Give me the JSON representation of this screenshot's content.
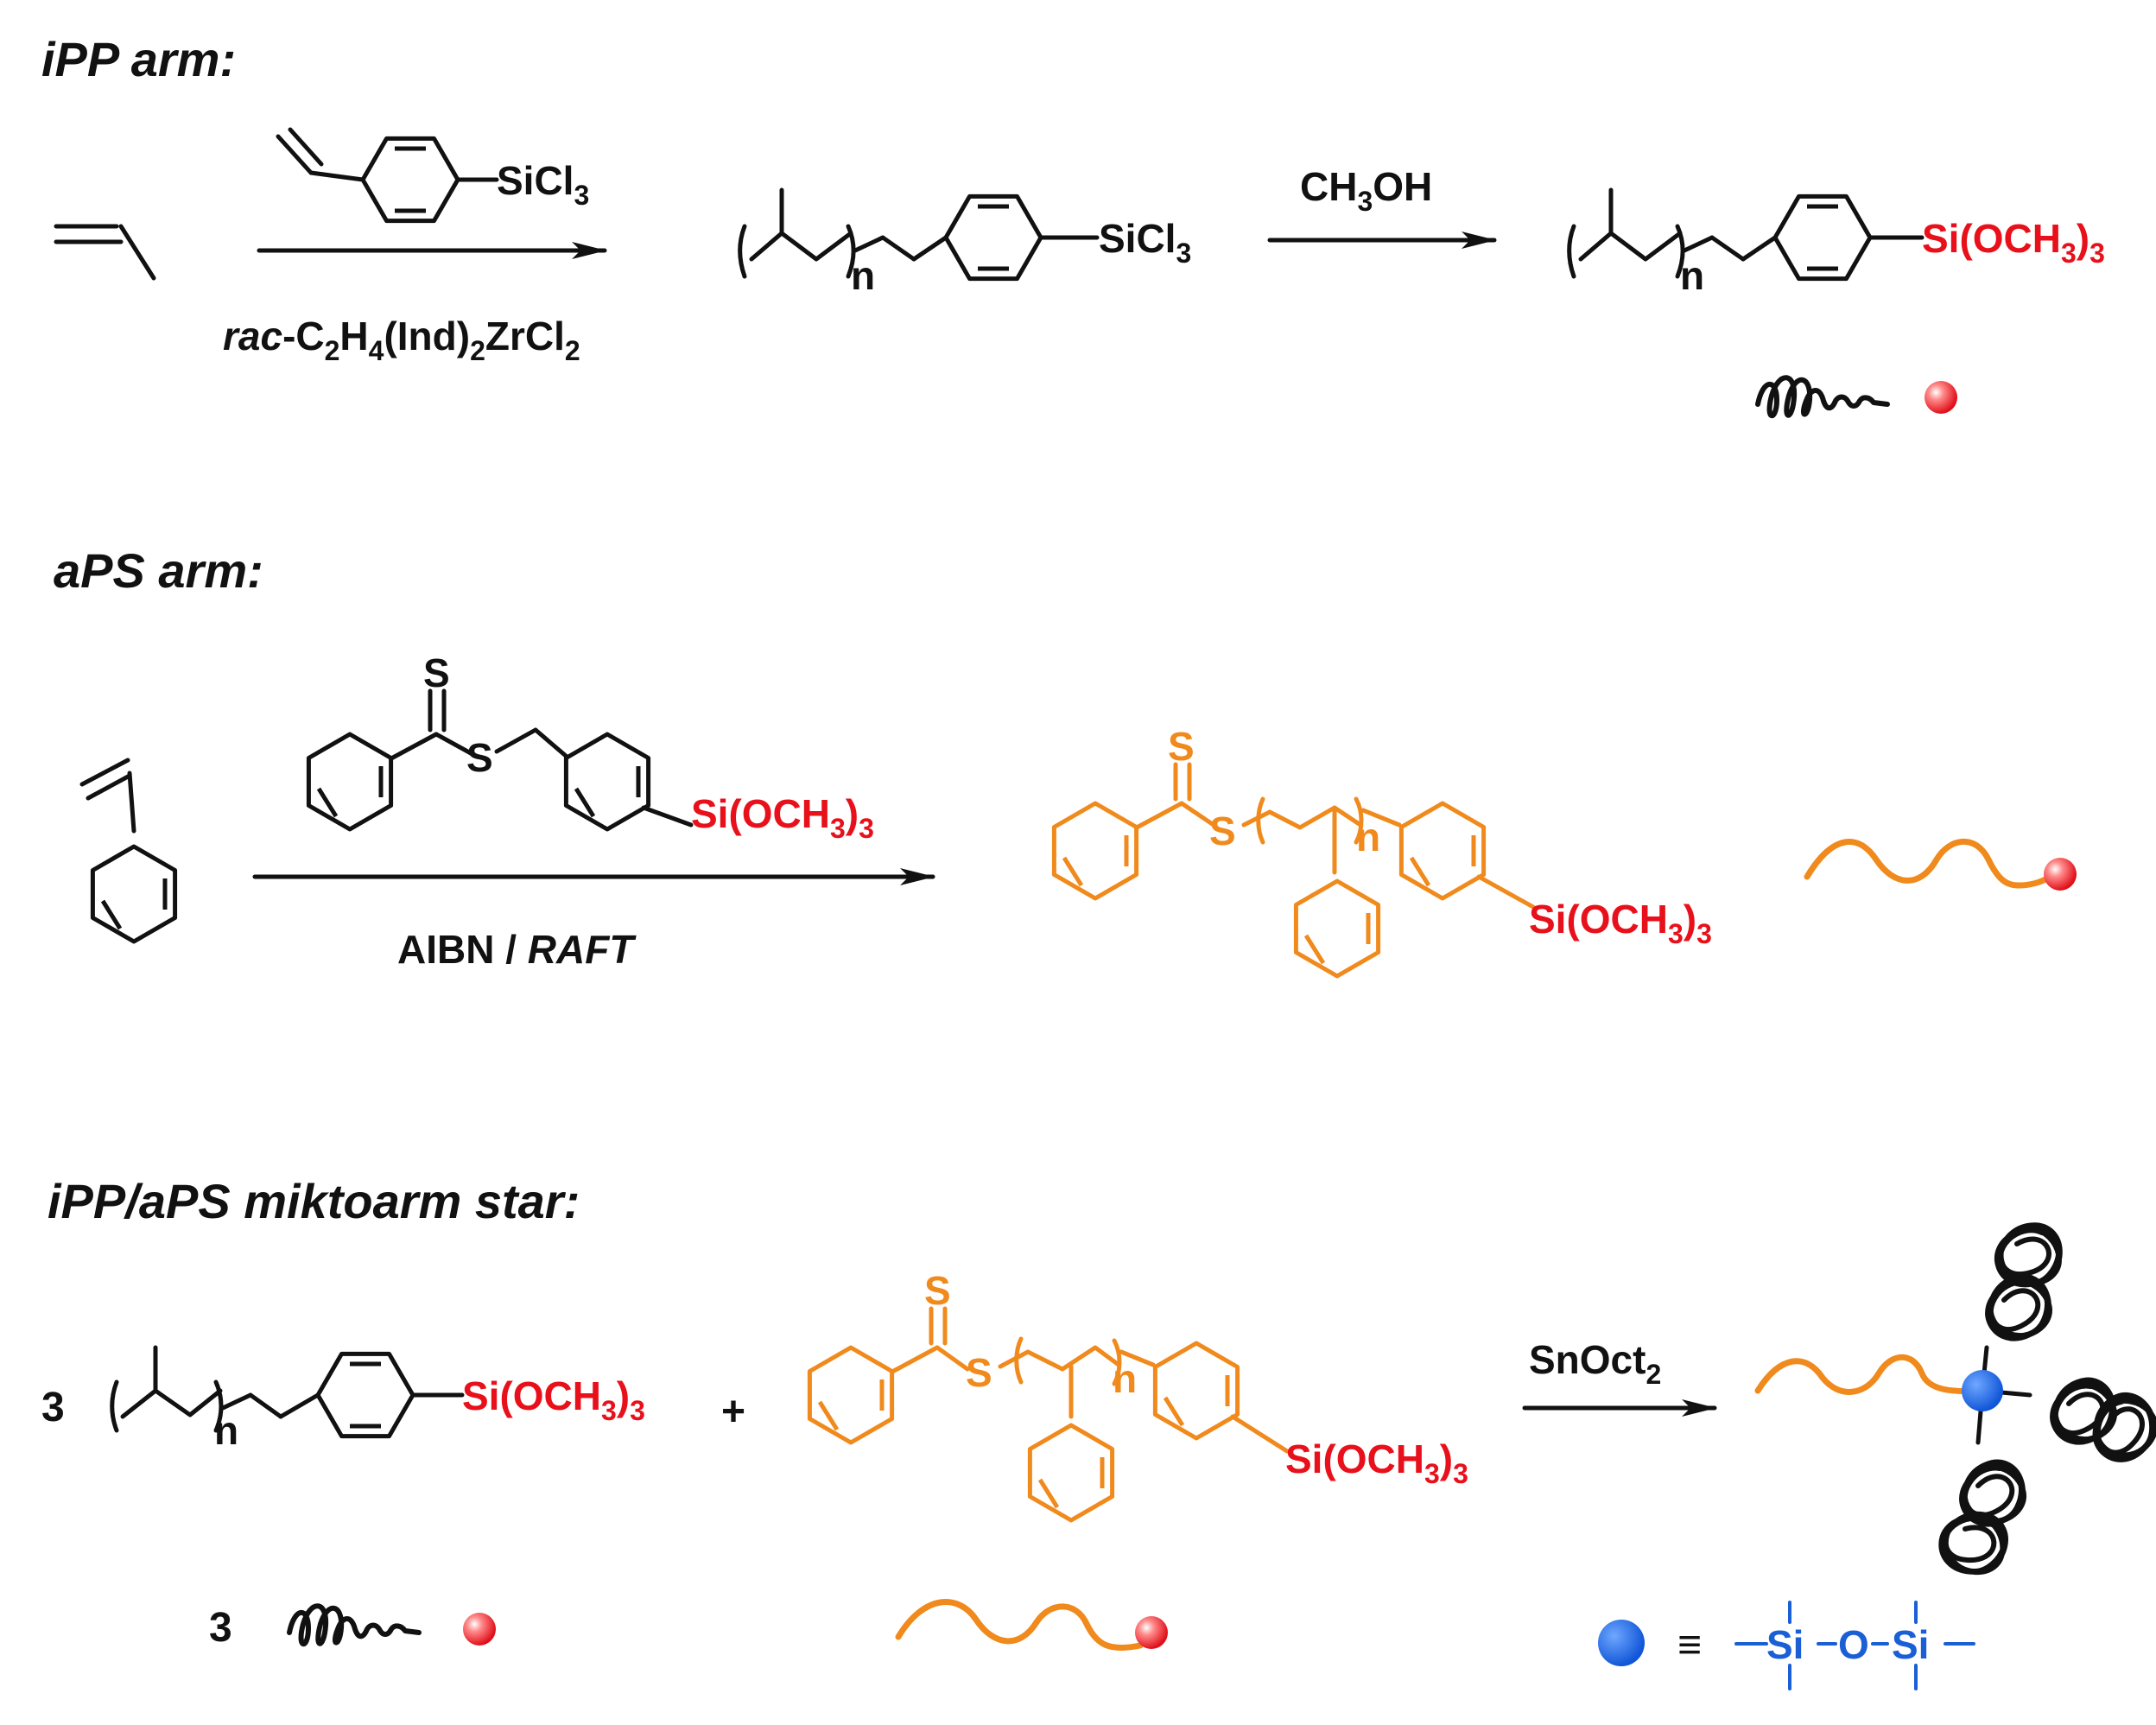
{
  "sections": [
    {
      "heading": "iPP arm:"
    },
    {
      "heading": "aPS arm:"
    },
    {
      "heading": "iPP/aPS miktoarm star:"
    }
  ],
  "ipp": {
    "reagent_above": "SiCl",
    "reagent_above_sub": "3",
    "catalyst_rac": "rac",
    "catalyst_rest": "-C",
    "catalyst_subs": [
      "2",
      "4",
      "2",
      "2"
    ],
    "catalyst_parts": [
      "H",
      "(Ind)",
      "ZrCl"
    ],
    "intermediate_group": "SiCl",
    "intermediate_sub": "3",
    "step2_reagent": "CH",
    "step2_sub": "3",
    "step2_tail": "OH",
    "product_group": "Si(OCH",
    "product_sub": "3",
    "product_close": ")",
    "product_sub2": "3",
    "n": "n"
  },
  "aps": {
    "thio_S": "S",
    "ester_S": "S",
    "raft_group": "Si(OCH",
    "raft_sub": "3",
    "reagent_below_plain": "AIBN / ",
    "reagent_below_italic": "RAFT",
    "n": "n"
  },
  "star": {
    "coef": "3",
    "plus": "+",
    "catalyst": "SnOct",
    "catalyst_sub": "2",
    "legend_coef": "3",
    "equiv": "≡",
    "linkage": [
      "Si",
      "O",
      "Si"
    ]
  },
  "colors": {
    "black": "#111111",
    "orange": "#f08a1c",
    "red": "#e8101a",
    "blue": "#1a5fd6"
  }
}
